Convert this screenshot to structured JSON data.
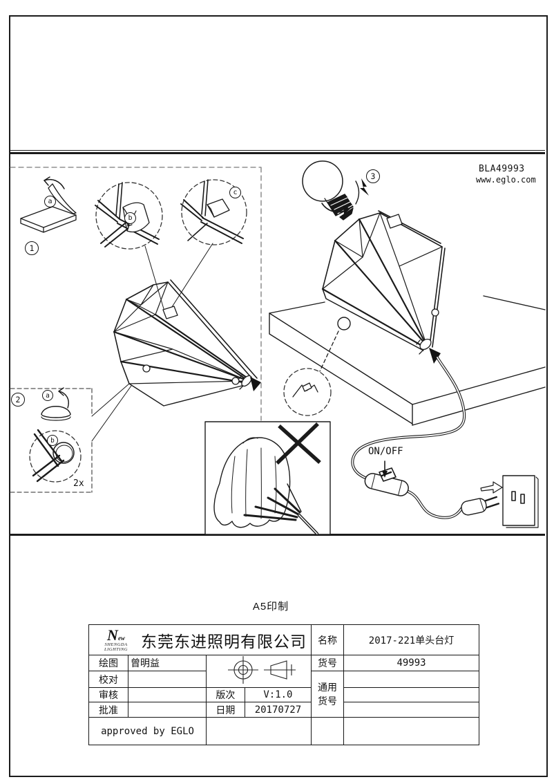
{
  "header": {
    "product_code": "BLA49993",
    "website": "www.eglo.com"
  },
  "annotations": {
    "step1": "1",
    "step2": "2",
    "step3": "3",
    "a": "a",
    "b": "b",
    "c": "c",
    "qty": "2x",
    "switch_label": "ON/OFF",
    "print_note": "A5印制"
  },
  "title_block": {
    "logo": {
      "big": "N",
      "small": "ew",
      "brand1": "SHENGDA",
      "brand2": "LIGHTING"
    },
    "company": "东莞东进照明有限公司",
    "draw_label": "绘图",
    "draw_value": "曾明益",
    "check_label": "校对",
    "review_label": "审核",
    "approve_label": "批准",
    "version_label": "版次",
    "version_value": "V:1.0",
    "date_label": "日期",
    "date_value": "20170727",
    "name_label": "名称",
    "name_value": "2017-221单头台灯",
    "item_label": "货号",
    "item_value": "49993",
    "generic_line1": "通用",
    "generic_line2": "货号",
    "approved_by": "approved by EGLO"
  }
}
